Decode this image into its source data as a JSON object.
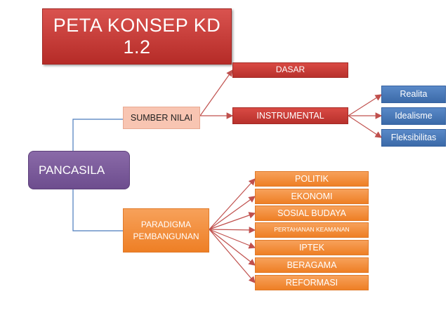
{
  "title": "PETA KONSEP KD\n1.2",
  "root": "PANCASILA",
  "branch_sumber": "SUMBER NILAI",
  "branch_paradigma": "PARADIGMA\nPEMBANGUNAN",
  "sumber_children": {
    "dasar": "DASAR",
    "instrumental": "INSTRUMENTAL"
  },
  "instrumental_children": {
    "realita": "Realita",
    "idealisme": "Idealisme",
    "fleksibilitas": "Fleksibilitas"
  },
  "paradigma_children": {
    "politik": "POLITIK",
    "ekonomi": "EKONOMI",
    "sosial_budaya": "SOSIAL BUDAYA",
    "pertahanan": "PERTAHANAN KEAMANAN",
    "iptek": "IPTEK",
    "beragama": "BERAGAMA",
    "reformasi": "REFORMASI"
  },
  "colors": {
    "title": "#c0302b",
    "red": "#c0392b",
    "blue": "#4a7abc",
    "orange": "#f28c38",
    "peach": "#f8c5b2",
    "purple": "#7b5a9c",
    "connector": "#c0504d",
    "tree_line": "#4a7abc"
  }
}
